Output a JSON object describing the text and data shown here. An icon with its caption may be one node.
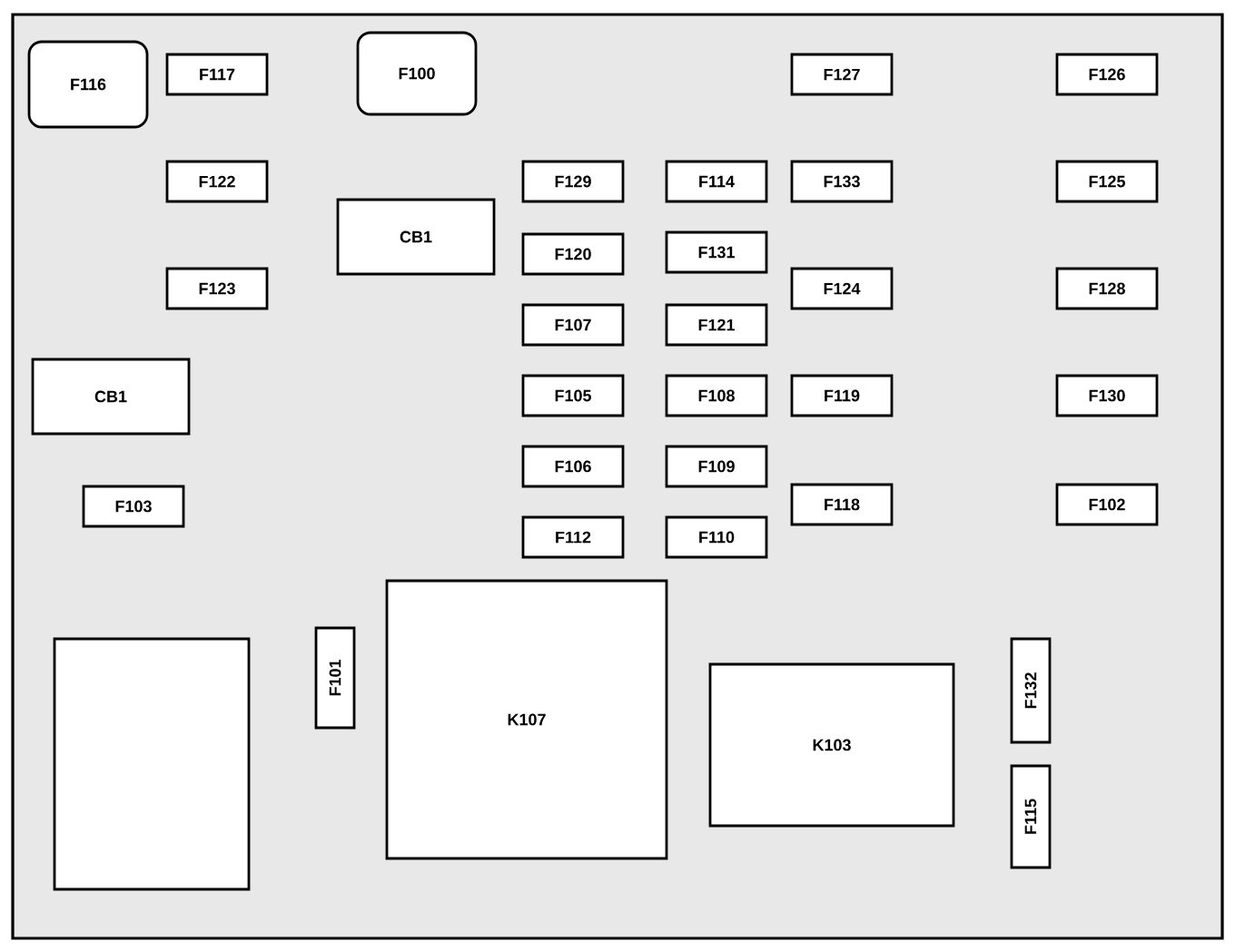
{
  "diagram": {
    "nodes": [
      {
        "text": [
          "F116"
        ]
      },
      {
        "text": [
          "F117"
        ]
      },
      {
        "text": [
          "F100"
        ]
      },
      {
        "text": [
          "F127"
        ]
      },
      {
        "text": [
          "F126"
        ]
      },
      {
        "text": [
          "F122"
        ]
      },
      {
        "text": [
          "F129"
        ]
      },
      {
        "text": [
          "F114"
        ]
      },
      {
        "text": [
          "F133"
        ]
      },
      {
        "text": [
          "F125"
        ]
      },
      {
        "text": [
          "CB1"
        ]
      },
      {
        "text": [
          "F120"
        ]
      },
      {
        "text": [
          "F131"
        ]
      },
      {
        "text": [
          "F123"
        ]
      },
      {
        "text": [
          "F124"
        ]
      },
      {
        "text": [
          "F128"
        ]
      },
      {
        "text": [
          "F107"
        ]
      },
      {
        "text": [
          "F121"
        ]
      },
      {
        "text": [
          "CB1"
        ]
      },
      {
        "text": [
          "F105"
        ]
      },
      {
        "text": [
          "F108"
        ]
      },
      {
        "text": [
          "F119"
        ]
      },
      {
        "text": [
          "F130"
        ]
      },
      {
        "text": [
          "F106"
        ]
      },
      {
        "text": [
          "F109"
        ]
      },
      {
        "text": [
          "F103"
        ]
      },
      {
        "text": [
          "F118"
        ]
      },
      {
        "text": [
          "F102"
        ]
      },
      {
        "text": [
          "F112"
        ]
      },
      {
        "text": [
          "F110"
        ]
      },
      {
        "text": [
          "K107"
        ]
      },
      {
        "text": [
          "F101"
        ]
      },
      {
        "text": [],
        "shape": "box"
      },
      {
        "text": [
          "K103"
        ]
      },
      {
        "text": [
          "F132"
        ]
      },
      {
        "text": [
          "F115"
        ]
      }
    ]
  }
}
